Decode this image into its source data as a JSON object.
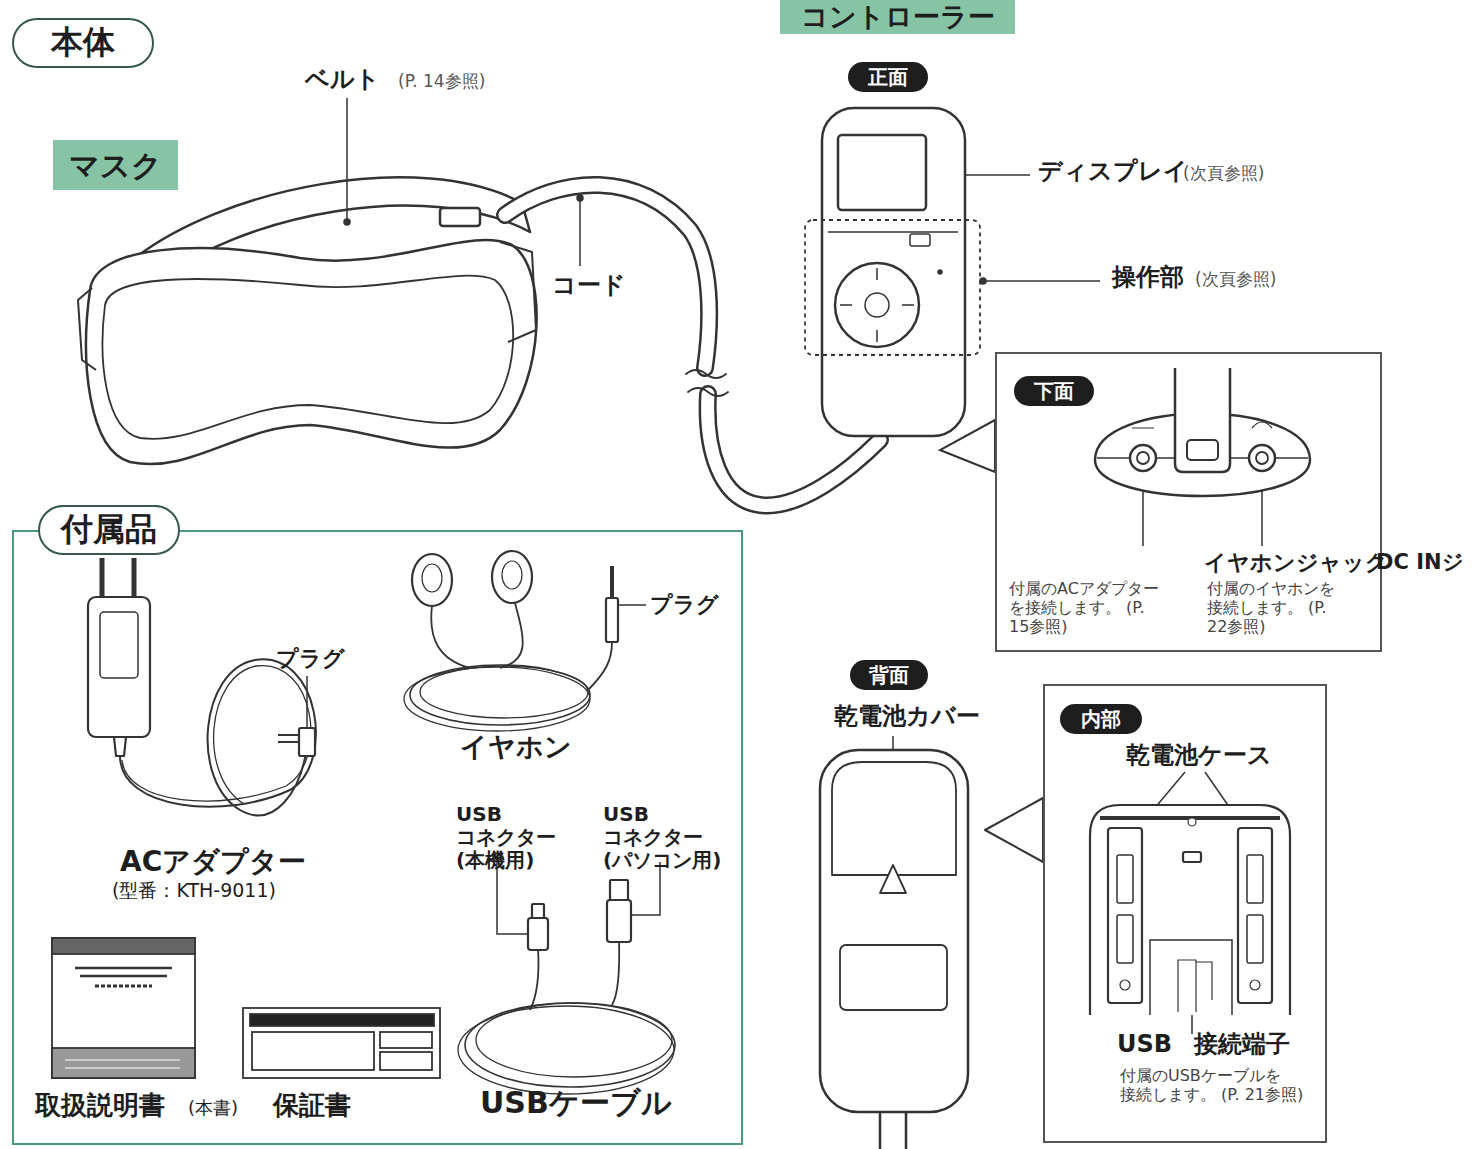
{
  "diagram": {
    "nodes": [
      {
        "text": [
          "本体"
        ]
      },
      {
        "text": [
          "マスク"
        ]
      },
      {
        "text": [
          "コントローラー"
        ]
      },
      {
        "text": [
          "正面"
        ]
      },
      {
        "text": [
          "付属のACアダプター を接続します。 (P. 15参照)",
          "付属のイヤホンを 接続します。 (P. 22参照)"
        ]
      },
      {
        "text": [
          "下面"
        ],
        "in": 4
      },
      {
        "text": [
          "背面"
        ]
      },
      {
        "text": [
          "付属のUSBケーブルを 接続します。 (P. 21参照)"
        ]
      },
      {
        "text": [
          "内部"
        ],
        "in": 7
      },
      {
        "text": [
          "付属品"
        ]
      }
    ],
    "labels": [
      "ベルト",
      "(P. 14参照)",
      "コード",
      "ディスプレイ",
      "(次頁参照)",
      "操作部",
      "(次頁参照)",
      "イヤホンジャック",
      "DC INジ",
      "乾電池カバー",
      "乾電池ケース",
      "USB 接続端子",
      "プラグ",
      "ACアダプター",
      "(型番：KTH-9011)",
      "プラグ",
      "イヤホン",
      "USB コネクター (本機用)",
      "USB コネクター (パソコン用)",
      "USBケーブル",
      "取扱説明書",
      "(本書)",
      "保証書"
    ]
  }
}
